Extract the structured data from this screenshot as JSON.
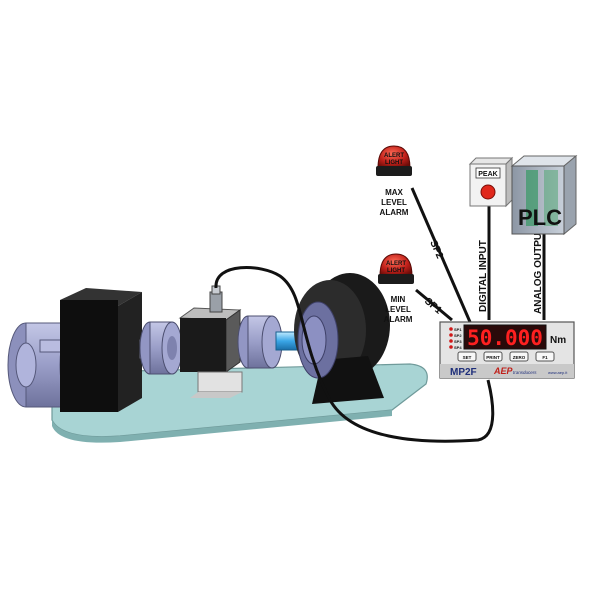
{
  "alarms": {
    "max": {
      "light_text_1": "ALERT",
      "light_text_2": "LIGHT",
      "label": [
        "MAX",
        "LEVEL",
        "ALARM"
      ]
    },
    "min": {
      "light_text_1": "ALERT",
      "light_text_2": "LIGHT",
      "label": [
        "MIN",
        "LEVEL",
        "ALARM"
      ]
    }
  },
  "setpoints": {
    "sp2": "SP2",
    "sp1": "SP1"
  },
  "peak_button": {
    "label": "PEAK"
  },
  "plc": {
    "label": "PLC"
  },
  "wires": {
    "digital_input": "DIGITAL INPUT",
    "analog_output": "ANALOG OUTPUT"
  },
  "meter": {
    "reading": "50.000",
    "unit": "Nm",
    "model": "MP2F",
    "brand": "AEP",
    "brand_sub": "transducers",
    "website": "www.aep.it",
    "leds": [
      "SP1",
      "SP2",
      "SP3",
      "SP4"
    ],
    "buttons": [
      "SET",
      "PRINT",
      "ZERO",
      "F1"
    ]
  },
  "colors": {
    "alert_red": "#c0201a",
    "meter_display": "#e81b1b",
    "base_plate": "#a8d4d4",
    "motor": "#9a9ec8",
    "wire": "#111111"
  }
}
